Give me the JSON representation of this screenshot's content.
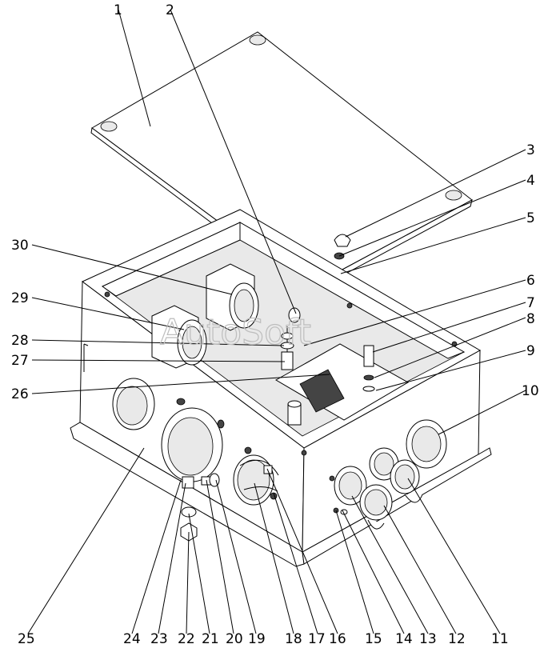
{
  "watermark": "AutoSoft",
  "callouts": [
    {
      "label": "1"
    },
    {
      "label": "2"
    },
    {
      "label": "3"
    },
    {
      "label": "4"
    },
    {
      "label": "5"
    },
    {
      "label": "6"
    },
    {
      "label": "7"
    },
    {
      "label": "8"
    },
    {
      "label": "9"
    },
    {
      "label": "10"
    },
    {
      "label": "11"
    },
    {
      "label": "12"
    },
    {
      "label": "13"
    },
    {
      "label": "14"
    },
    {
      "label": "15"
    },
    {
      "label": "16"
    },
    {
      "label": "17"
    },
    {
      "label": "18"
    },
    {
      "label": "19"
    },
    {
      "label": "20"
    },
    {
      "label": "21"
    },
    {
      "label": "22"
    },
    {
      "label": "23"
    },
    {
      "label": "24"
    },
    {
      "label": "25"
    },
    {
      "label": "26"
    },
    {
      "label": "27"
    },
    {
      "label": "28"
    },
    {
      "label": "29"
    },
    {
      "label": "30"
    }
  ]
}
